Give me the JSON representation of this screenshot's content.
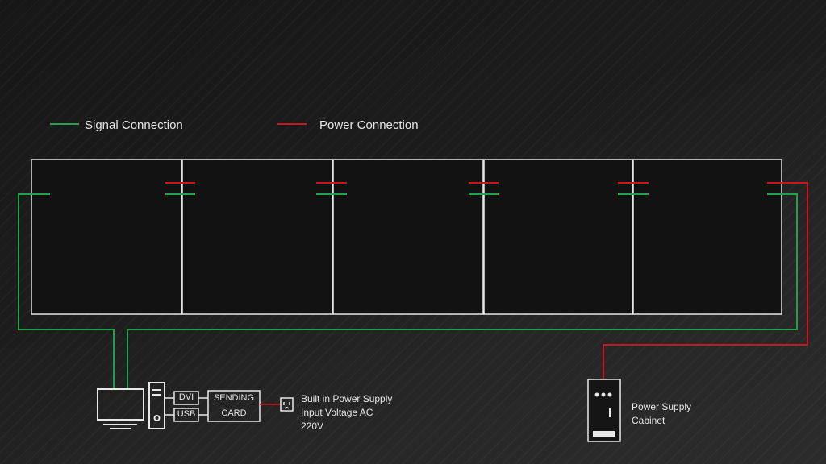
{
  "legend": {
    "signal_label": "Signal Connection",
    "power_label": "Power Connection",
    "signal_color": "#1fa24a",
    "power_color": "#d0141b"
  },
  "display": {
    "cabinet_count": 5
  },
  "control": {
    "dvi_label": "DVI",
    "usb_label": "USB",
    "sending_card_line1": "SENDING",
    "sending_card_line2": "CARD",
    "outlet_icon": "power-outlet-icon",
    "power_note_line1": "Built in Power Supply",
    "power_note_line2": "Input Voltage AC",
    "power_note_line3": "220V"
  },
  "power_cabinet": {
    "label_line1": "Power Supply",
    "label_line2": "Cabinet"
  }
}
